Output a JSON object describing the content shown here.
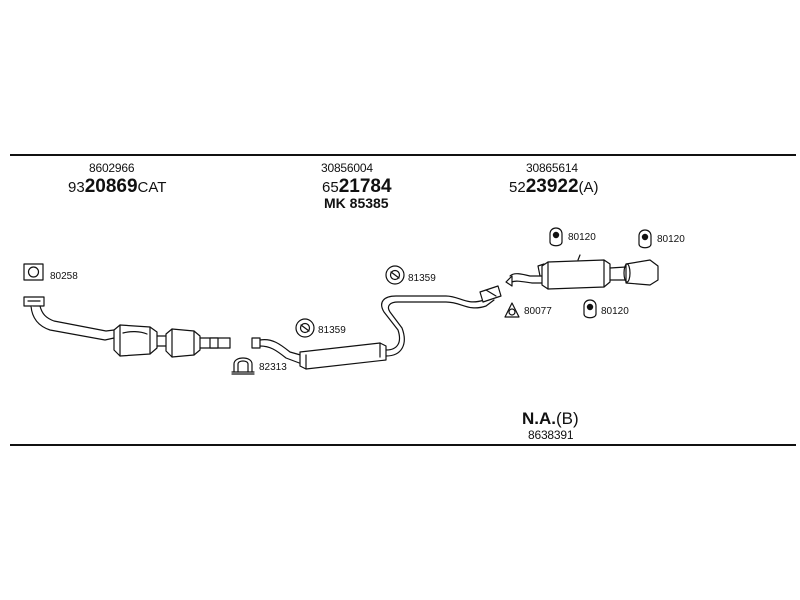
{
  "sections": {
    "front": {
      "ref_number": "8602966",
      "part_prefix": "93",
      "part_bold": "20869",
      "part_suffix": "CAT"
    },
    "middle": {
      "ref_number": "30856004",
      "part_prefix": "65",
      "part_bold": "21784",
      "part_suffix": "",
      "kit": "MK 85385"
    },
    "rear": {
      "ref_number": "30865614",
      "part_prefix": "52",
      "part_bold": "23922",
      "part_suffix": "(A)"
    },
    "bottom": {
      "na_bold": "N.A.",
      "na_suffix": "(B)",
      "ref_number": "8638391"
    }
  },
  "callouts": {
    "c80258": "80258",
    "c82313": "82313",
    "c81359a": "81359",
    "c81359b": "81359",
    "c80077": "80077",
    "c80120a": "80120",
    "c80120b": "80120",
    "c80120c": "80120"
  }
}
